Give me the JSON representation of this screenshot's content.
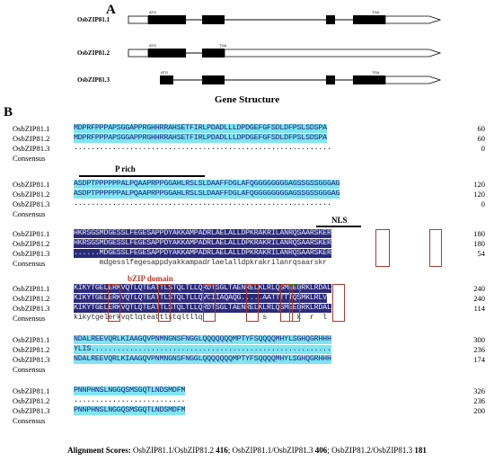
{
  "panel_a": {
    "label": "A",
    "title": "Gene Structure",
    "genes": [
      {
        "name": "OsbZIP81.1",
        "start_codon": "ATG",
        "stop_codon": "TGA"
      },
      {
        "name": "OsbZIP81.2",
        "start_codon": "ATG",
        "stop_codon": "TGA"
      },
      {
        "name": "OsbZIP81.3",
        "start_codon": "ATG",
        "stop_codon": "TGA"
      }
    ]
  },
  "panel_b": {
    "label": "B",
    "region_labels": {
      "p_rich": "P rich",
      "nls": "NLS",
      "bzip": "bZIP domain"
    },
    "blocks": [
      {
        "rows": [
          {
            "name": "OsbZIP81.1",
            "seq": "MDPRFPPPAPSGGAPPRGHHRRAHSETFIRLPDADLLLDPDGEFGFSDLDFPSLSDSPA",
            "count": "60"
          },
          {
            "name": "OsbZIP81.2",
            "seq": "MDPRFPPPAPSGGAPPRGHHRRAHSETFIRLPDADLLLDPDGEFGFSDLDFPSLSDSPA",
            "count": "60"
          },
          {
            "name": "OsbZIP81.3",
            "seq": "............................................................",
            "count": "0"
          },
          {
            "name": "Consensus",
            "seq": "",
            "count": ""
          }
        ]
      },
      {
        "rows": [
          {
            "name": "OsbZIP81.1",
            "seq": "ASDPTPPPPPPALPQAAPRPPGGAHLRSLSLDAAFFDGLAFQGGGGGGGGAGSSGSSGGGAG",
            "count": "120"
          },
          {
            "name": "OsbZIP81.2",
            "seq": "ASDPTPPPPPPALPQAAPRPPGGAHLRSLSLDAAFFDGLAFQGGGGGGGGAGSSGSSGGGAG",
            "count": "120"
          },
          {
            "name": "OsbZIP81.3",
            "seq": "............................................................",
            "count": "0"
          },
          {
            "name": "Consensus",
            "seq": "",
            "count": ""
          }
        ]
      },
      {
        "rows": [
          {
            "name": "OsbZIP81.1",
            "seq": "HKRSGSMDGESSLFEGESAPPDYAKKAMPADRLAELALLDPKRAKRILANRQSAARSKER",
            "count": "180"
          },
          {
            "name": "OsbZIP81.2",
            "seq": "HKRSGSMDGESSLFEGESAPPDYAKKAMPADRLAELALLDPKRAKRILANRQSAARSKER",
            "count": "180"
          },
          {
            "name": "OsbZIP81.3",
            "seq": "......MDGESSLFEGESAPPDYAKKAMPADRLAELALLDPKRAKRILANRQSAARSKER",
            "count": "54"
          },
          {
            "name": "Consensus",
            "seq": "      mdgesslfegesappdyakkampadrlaelalldpkrakrilanrqsaarskr",
            "count": ""
          }
        ]
      },
      {
        "rows": [
          {
            "name": "OsbZIP81.1",
            "seq": "KIKYTGELERKVQTLQTEATTLSTQLTLLQRDTSGLTAENRELKLRLQSMEEQRKLRDAL",
            "count": "240"
          },
          {
            "name": "OsbZIP81.2",
            "seq": "KIKYTGELERKVQTLQTEATTLSTQLTLLQVCIIAQAQG.....AATTTTTQSMKLRLV",
            "count": "240"
          },
          {
            "name": "OsbZIP81.3",
            "seq": "KIKYTGELERKVQTLQTEATTLSTQLTLLQRDTSGLTAENRELKLRLQSMEEQRKLRDAL",
            "count": "114"
          },
          {
            "name": "Consensus",
            "seq": "kikytgelerkvqtlqteattlstqltllq              s       k  r  l",
            "count": ""
          }
        ]
      },
      {
        "rows": [
          {
            "name": "OsbZIP81.1",
            "seq": "NDALREEVQRLKIAAGQVPNMNGNSFNGGLQQQQQQQMPTYFSQQQQMHYLSGHQGRHHH",
            "count": "300"
          },
          {
            "name": "OsbZIP81.2",
            "seq": "YLIS........................................................",
            "count": "236"
          },
          {
            "name": "OsbZIP81.3",
            "seq": "NDALREEVQRLKIAAGQVPNMNGNSFNGGLQQQQQQQMPTYFSQQQQMHYLSGHQGRHHH",
            "count": "174"
          },
          {
            "name": "Consensus",
            "seq": "",
            "count": ""
          }
        ]
      },
      {
        "rows": [
          {
            "name": "OsbZIP81.1",
            "seq": "PNNPHNSLNGGQSMSGQTLNDSMDFM",
            "count": "326"
          },
          {
            "name": "OsbZIP81.2",
            "seq": "..........................",
            "count": "236"
          },
          {
            "name": "OsbZIP81.3",
            "seq": "PNNPHNSLNGGQSMSGQTLNDSMDFM",
            "count": "200"
          },
          {
            "name": "Consensus",
            "seq": "",
            "count": ""
          }
        ]
      }
    ],
    "scores": {
      "prefix": "Alignment Scores:",
      "pair1": "OsbZIP81.1/OsbZIP81.2",
      "score1": "416",
      "pair2": "OsbZIP81.1/OsbZIP81.3",
      "score2": "406",
      "pair3": "OsbZIP81.2/OsbZIP81.3",
      "score3": "181"
    }
  }
}
